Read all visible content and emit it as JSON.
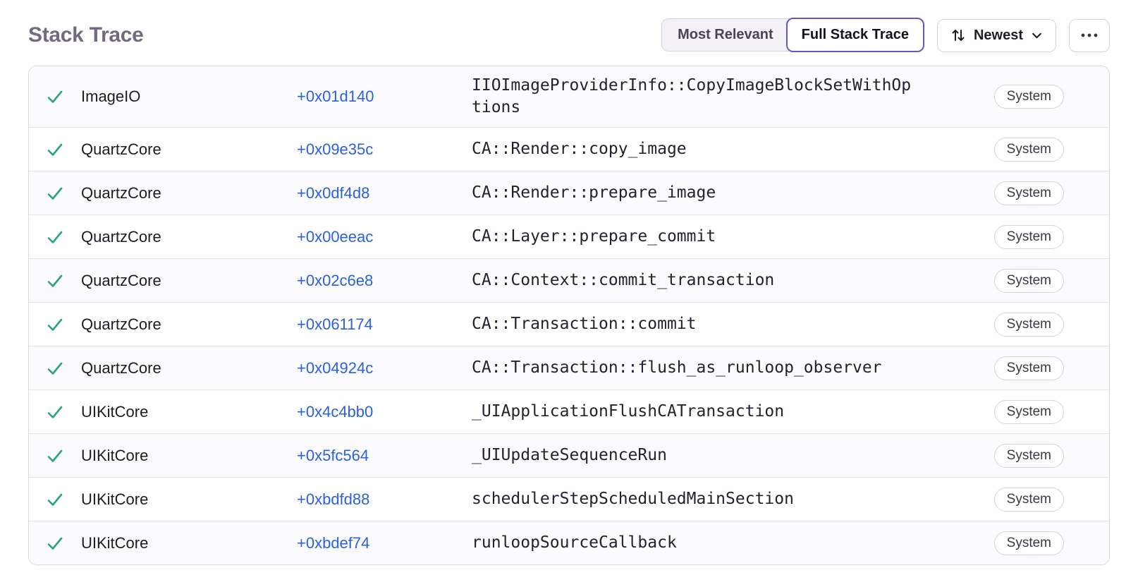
{
  "header": {
    "title": "Stack Trace",
    "buttons": {
      "most_relevant": "Most Relevant",
      "full_stack_trace": "Full Stack Trace",
      "sort": "Newest"
    }
  },
  "table": {
    "frames": [
      {
        "module": "ImageIO",
        "address": "+0x01d140",
        "function": "IIOImageProviderInfo::CopyImageBlockSetWithOptions",
        "badge": "System"
      },
      {
        "module": "QuartzCore",
        "address": "+0x09e35c",
        "function": "CA::Render::copy_image",
        "badge": "System"
      },
      {
        "module": "QuartzCore",
        "address": "+0x0df4d8",
        "function": "CA::Render::prepare_image",
        "badge": "System"
      },
      {
        "module": "QuartzCore",
        "address": "+0x00eeac",
        "function": "CA::Layer::prepare_commit",
        "badge": "System"
      },
      {
        "module": "QuartzCore",
        "address": "+0x02c6e8",
        "function": "CA::Context::commit_transaction",
        "badge": "System"
      },
      {
        "module": "QuartzCore",
        "address": "+0x061174",
        "function": "CA::Transaction::commit",
        "badge": "System"
      },
      {
        "module": "QuartzCore",
        "address": "+0x04924c",
        "function": "CA::Transaction::flush_as_runloop_observer",
        "badge": "System"
      },
      {
        "module": "UIKitCore",
        "address": "+0x4c4bb0",
        "function": "_UIApplicationFlushCATransaction",
        "badge": "System"
      },
      {
        "module": "UIKitCore",
        "address": "+0x5fc564",
        "function": "_UIUpdateSequenceRun",
        "badge": "System"
      },
      {
        "module": "UIKitCore",
        "address": "+0xbdfd88",
        "function": "schedulerStepScheduledMainSection",
        "badge": "System"
      },
      {
        "module": "UIKitCore",
        "address": "+0xbdef74",
        "function": "runloopSourceCallback",
        "badge": "System"
      }
    ]
  },
  "colors": {
    "accent_purple": "#6358c5",
    "link_blue": "#2b62d9",
    "check_green": "#2ba185",
    "title_gray": "#736a80"
  }
}
